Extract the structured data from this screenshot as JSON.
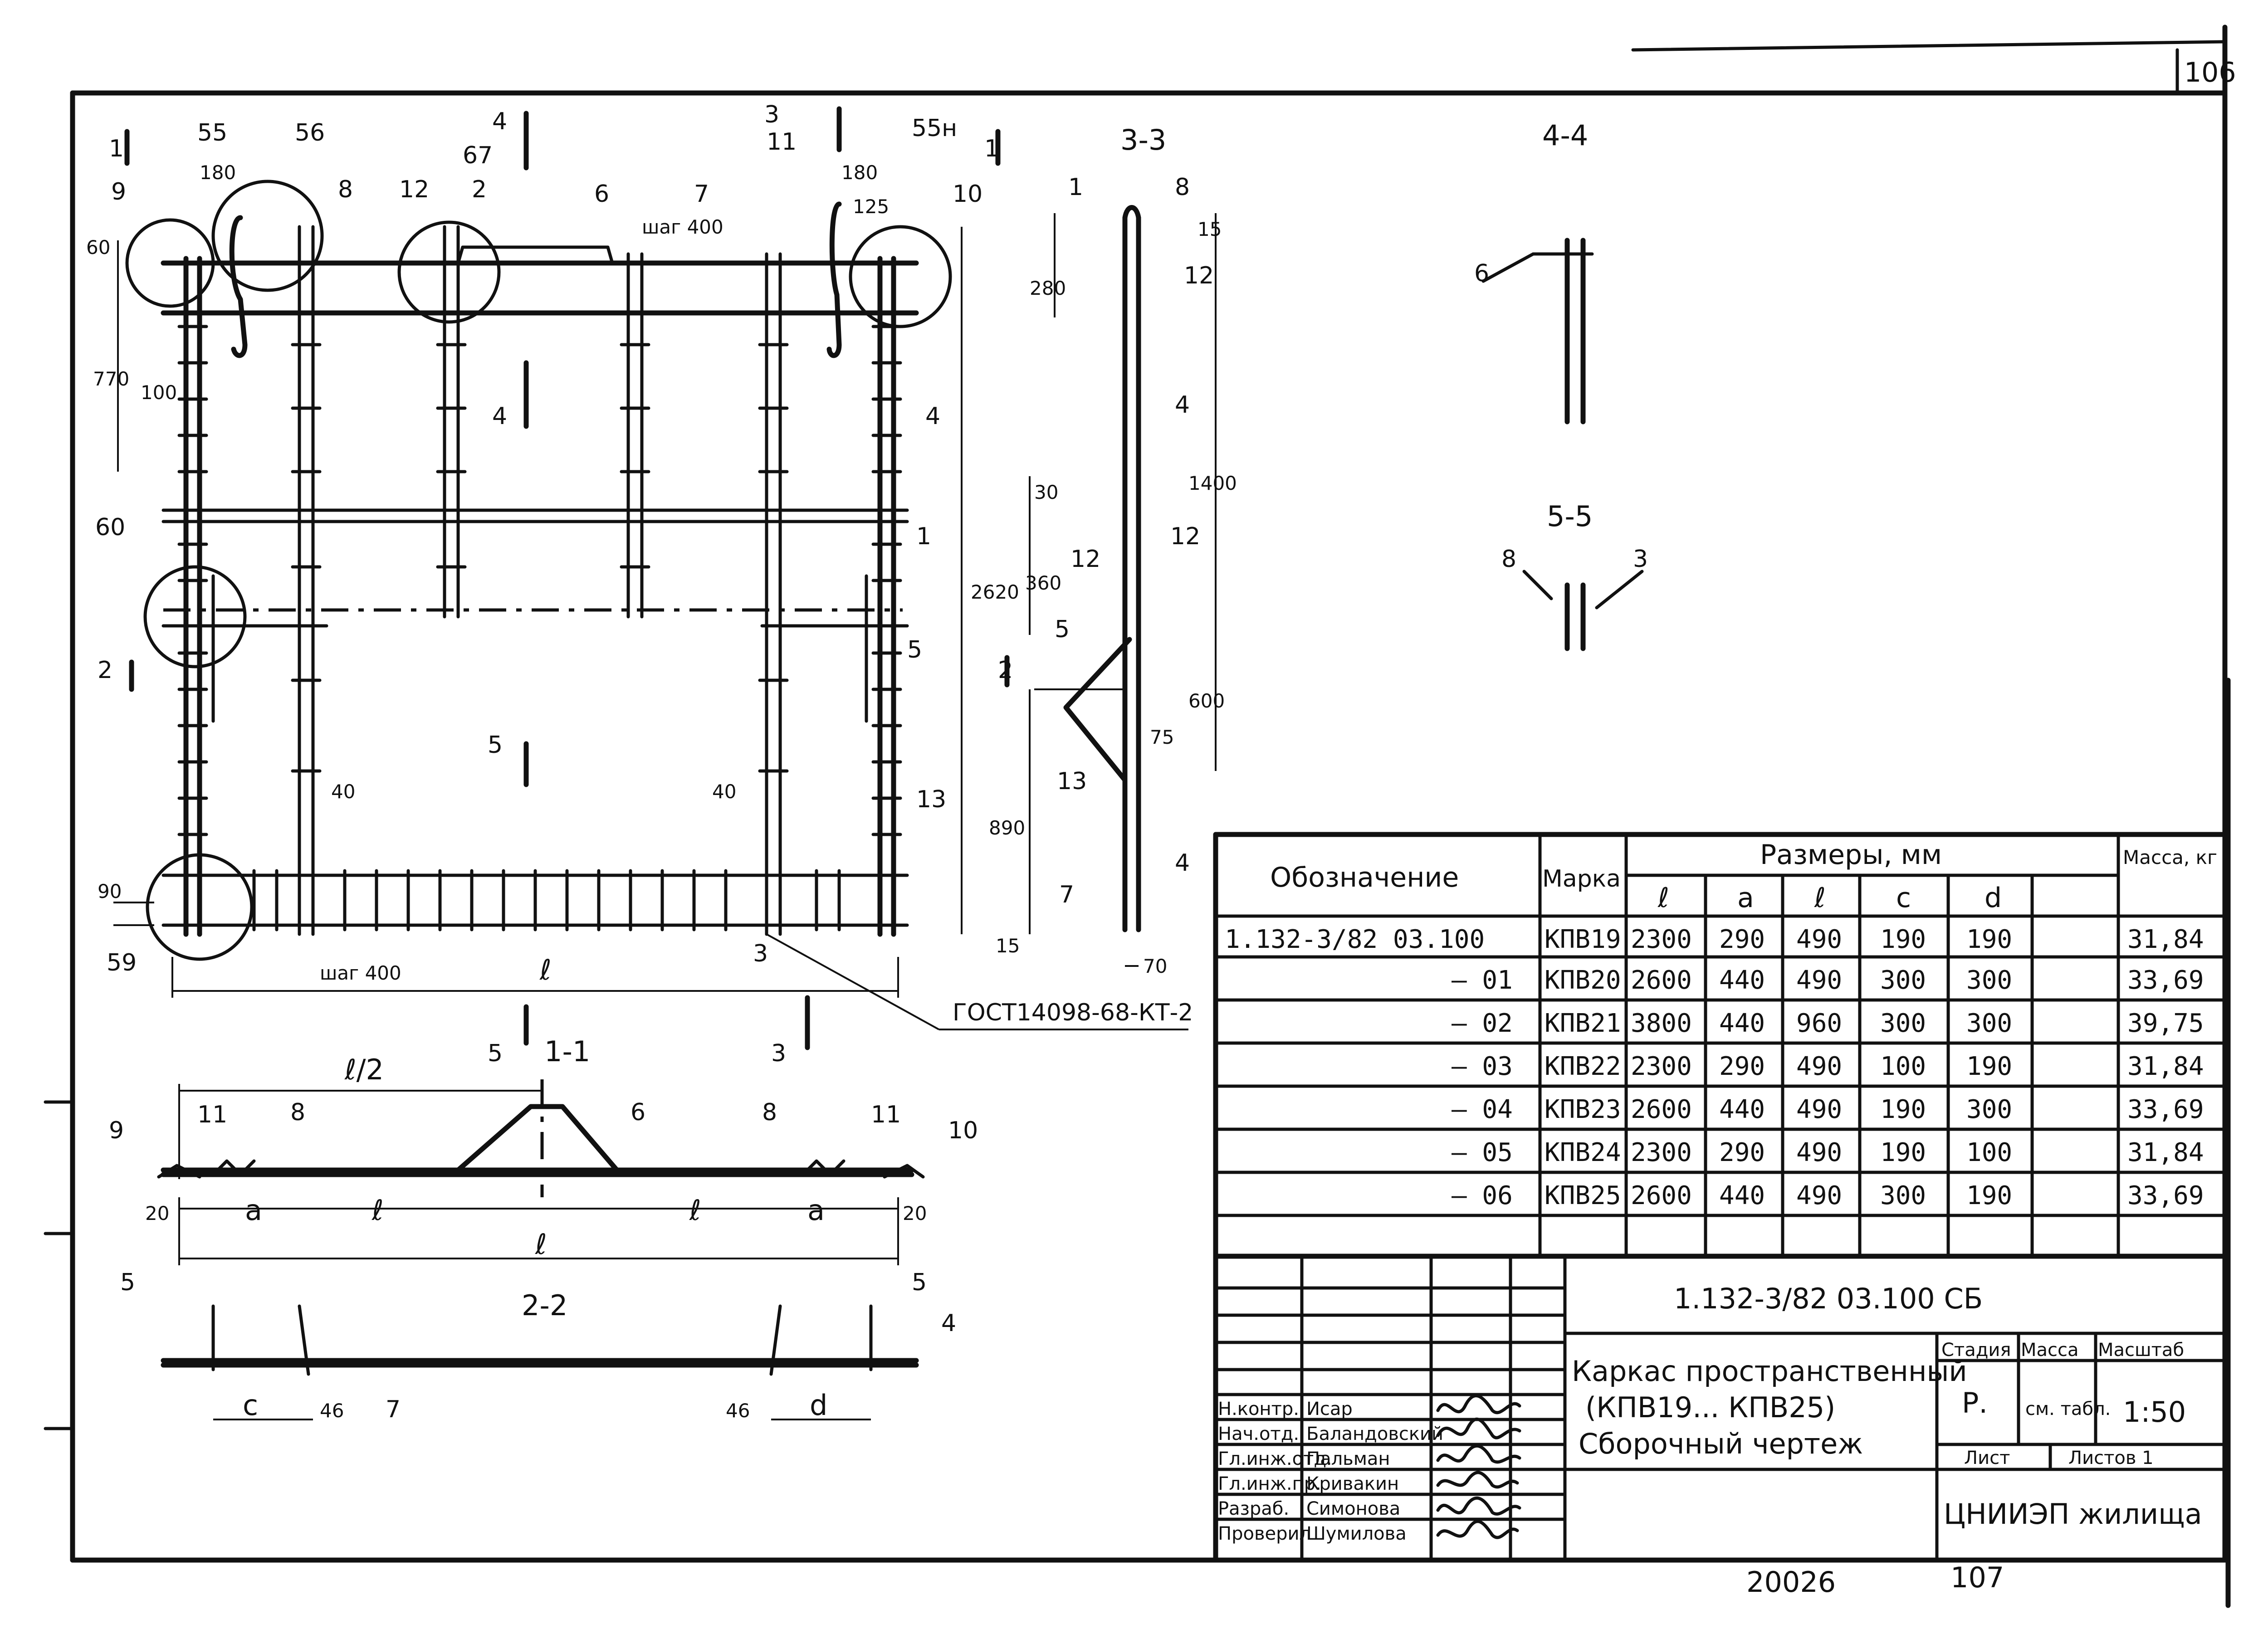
{
  "sheet": {
    "page_number_top": "106",
    "page_number_bottom": "107",
    "archive_number": "20026"
  },
  "plan_view": {
    "section_marks": [
      "1",
      "1",
      "2",
      "2",
      "3",
      "3",
      "4",
      "4",
      "5",
      "5"
    ],
    "callouts": [
      "55",
      "56",
      "67",
      "55н",
      "60",
      "59",
      "9",
      "8",
      "12",
      "6",
      "7",
      "11",
      "10",
      "1",
      "4",
      "5",
      "13",
      "3",
      "2"
    ],
    "dims": [
      "180",
      "180",
      "125",
      "60",
      "770",
      "100",
      "2620",
      "40",
      "40",
      "90",
      "ℓ"
    ],
    "pitch_label": "шаг 400",
    "gost_label": "ГОСТ14098-68-КТ-2"
  },
  "section_1_1": {
    "title": "1-1",
    "half_label": "ℓ/2",
    "callouts": [
      "9",
      "11",
      "8",
      "6",
      "8",
      "11",
      "10"
    ],
    "dims": [
      "20",
      "a",
      "ℓ",
      "ℓ",
      "ℓ",
      "a",
      "20"
    ]
  },
  "section_2_2": {
    "title": "2-2",
    "callouts": [
      "5",
      "5",
      "4",
      "7"
    ],
    "dims": [
      "c",
      "46",
      "46",
      "d"
    ]
  },
  "section_3_3": {
    "title": "3-3",
    "callouts": [
      "1",
      "8",
      "12",
      "4",
      "12",
      "12",
      "5",
      "13",
      "7",
      "4"
    ],
    "dims": [
      "15",
      "280",
      "1400",
      "30",
      "360",
      "600",
      "75",
      "890",
      "15",
      "70"
    ]
  },
  "section_4_4": {
    "title": "4-4",
    "callouts": [
      "6"
    ]
  },
  "section_5_5": {
    "title": "5-5",
    "callouts": [
      "8",
      "3"
    ]
  },
  "spec_table": {
    "col_designation": "Обозначение",
    "col_mark": "Марка",
    "col_dims": "Размеры, мм",
    "col_mass": "Масса, кг",
    "subcols": [
      "ℓ",
      "a",
      "ℓ",
      "c",
      "d"
    ],
    "rows": [
      {
        "designation": "1.132-3/82 03.100",
        "mark": "КПВ19",
        "l": "2300",
        "a": "290",
        "b": "490",
        "c": "190",
        "d": "190",
        "mass": "31,84"
      },
      {
        "designation": "— 01",
        "mark": "КПВ20",
        "l": "2600",
        "a": "440",
        "b": "490",
        "c": "300",
        "d": "300",
        "mass": "33,69"
      },
      {
        "designation": "— 02",
        "mark": "КПВ21",
        "l": "3800",
        "a": "440",
        "b": "960",
        "c": "300",
        "d": "300",
        "mass": "39,75"
      },
      {
        "designation": "— 03",
        "mark": "КПВ22",
        "l": "2300",
        "a": "290",
        "b": "490",
        "c": "100",
        "d": "190",
        "mass": "31,84"
      },
      {
        "designation": "— 04",
        "mark": "КПВ23",
        "l": "2600",
        "a": "440",
        "b": "490",
        "c": "190",
        "d": "300",
        "mass": "33,69"
      },
      {
        "designation": "— 05",
        "mark": "КПВ24",
        "l": "2300",
        "a": "290",
        "b": "490",
        "c": "190",
        "d": "100",
        "mass": "31,84"
      },
      {
        "designation": "— 06",
        "mark": "КПВ25",
        "l": "2600",
        "a": "440",
        "b": "490",
        "c": "300",
        "d": "190",
        "mass": "33,69"
      }
    ]
  },
  "title_block": {
    "document_code": "1.132-3/82 03.100 СБ",
    "name_line1": "Каркас пространственный",
    "name_line2": "(КПВ19... КПВ25)",
    "name_line3": "Сборочный чертеж",
    "stage_label": "Стадия",
    "stage_value": "Р.",
    "mass_label": "Масса",
    "mass_value": "см. табл.",
    "scale_label": "Масштаб",
    "scale_value": "1:50",
    "sheet_label": "Лист",
    "sheets_label": "Листов 1",
    "organization": "ЦНИИЭП жилища",
    "signers": [
      {
        "role": "Н.контр.",
        "name": "Исар"
      },
      {
        "role": "Нач.отд.",
        "name": "Баландовский"
      },
      {
        "role": "Гл.инж.отд.",
        "name": "Пальман"
      },
      {
        "role": "Гл.инж.пр.",
        "name": "Кривакин"
      },
      {
        "role": "Разраб.",
        "name": "Симонова"
      },
      {
        "role": "Проверил",
        "name": "Шумилова"
      }
    ]
  }
}
